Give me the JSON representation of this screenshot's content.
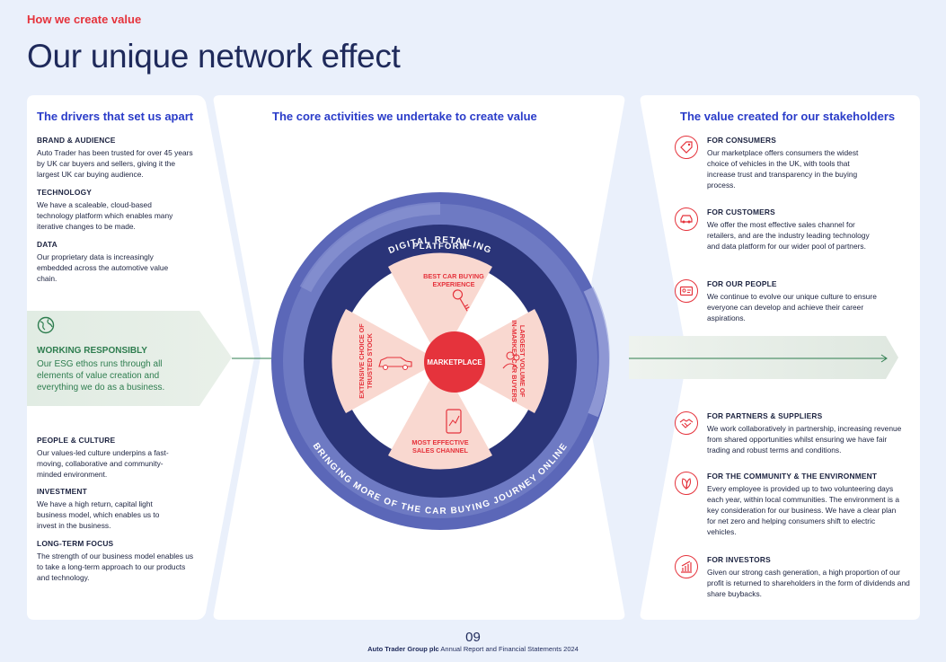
{
  "header": {
    "section_label": "How we create value",
    "title": "Our unique network effect"
  },
  "left": {
    "heading": "The drivers that set us apart",
    "items": [
      {
        "title": "BRAND & AUDIENCE",
        "body": "Auto Trader has been trusted for over 45 years by UK car buyers and sellers, giving it the largest UK car buying audience."
      },
      {
        "title": "TECHNOLOGY",
        "body": "We have a scaleable, cloud-based technology platform which enables many iterative changes to be made."
      },
      {
        "title": "DATA",
        "body": "Our proprietary data is increasingly embedded across the automotive value chain."
      },
      {
        "title": "PEOPLE & CULTURE",
        "body": "Our values-led culture underpins a fast-moving, collaborative and community-minded environment."
      },
      {
        "title": "INVESTMENT",
        "body": "We have a high return, capital light business model, which enables us to invest in the business."
      },
      {
        "title": "LONG-TERM FOCUS",
        "body": "The strength of our business model enables us to take a long-term approach to our products and technology."
      }
    ],
    "working": {
      "icon": "globe-icon",
      "title": "WORKING RESPONSIBLY",
      "body": "Our ESG ethos runs through all elements of value creation and everything we do as a business."
    }
  },
  "center": {
    "heading": "The core activities we undertake to create value",
    "outer_top": "DIGITAL RETAILING",
    "outer_bottom": "BRINGING MORE OF THE CAR BUYING JOURNEY ONLINE",
    "ring_label": "PLATFORM",
    "hub": "MARKETPLACE",
    "quadrants": {
      "top": [
        "BEST CAR BUYING",
        "EXPERIENCE"
      ],
      "right": [
        "LARGEST VOLUME OF",
        "IN-MARKET CAR BUYERS"
      ],
      "bottom": [
        "MOST EFFECTIVE",
        "SALES CHANNEL"
      ],
      "left": [
        "EXTENSIVE CHOICE OF",
        "TRUSTED STOCK"
      ]
    }
  },
  "right": {
    "heading": "The value created for our stakeholders",
    "items": [
      {
        "icon": "tag-icon",
        "title": "FOR CONSUMERS",
        "body": "Our marketplace offers consumers the widest choice of vehicles in the UK, with tools that increase trust and transparency in the buying process."
      },
      {
        "icon": "car-icon",
        "title": "FOR CUSTOMERS",
        "body": "We offer the most effective sales channel for retailers, and are the industry leading technology and data platform for our wider pool of partners."
      },
      {
        "icon": "id-badge-icon",
        "title": "FOR OUR PEOPLE",
        "body": "We continue to evolve our unique culture to ensure everyone can develop and achieve their career aspirations."
      },
      {
        "icon": "handshake-icon",
        "title": "FOR PARTNERS & SUPPLIERS",
        "body": "We work collaboratively in partnership, increasing revenue from shared opportunities whilst ensuring we have fair trading and robust terms and conditions."
      },
      {
        "icon": "leaf-icon",
        "title": "FOR THE COMMUNITY & THE ENVIRONMENT",
        "body": "Every employee is provided up to two volunteering days each year, within local communities. The environment is a key consideration for our business. We have a clear plan for net zero and helping consumers shift to electric vehicles."
      },
      {
        "icon": "chart-icon",
        "title": "FOR INVESTORS",
        "body": "Given our strong cash generation, a high proportion of our profit is returned to shareholders in the form of dividends and share buybacks."
      }
    ]
  },
  "footer": {
    "page_number": "09",
    "company": "Auto Trader Group plc",
    "report": "Annual Report and Financial Statements 2024"
  },
  "colors": {
    "red": "#e5333c",
    "navy": "#1f2a5b",
    "blue": "#2a3cc9",
    "green": "#2e7d4f"
  }
}
